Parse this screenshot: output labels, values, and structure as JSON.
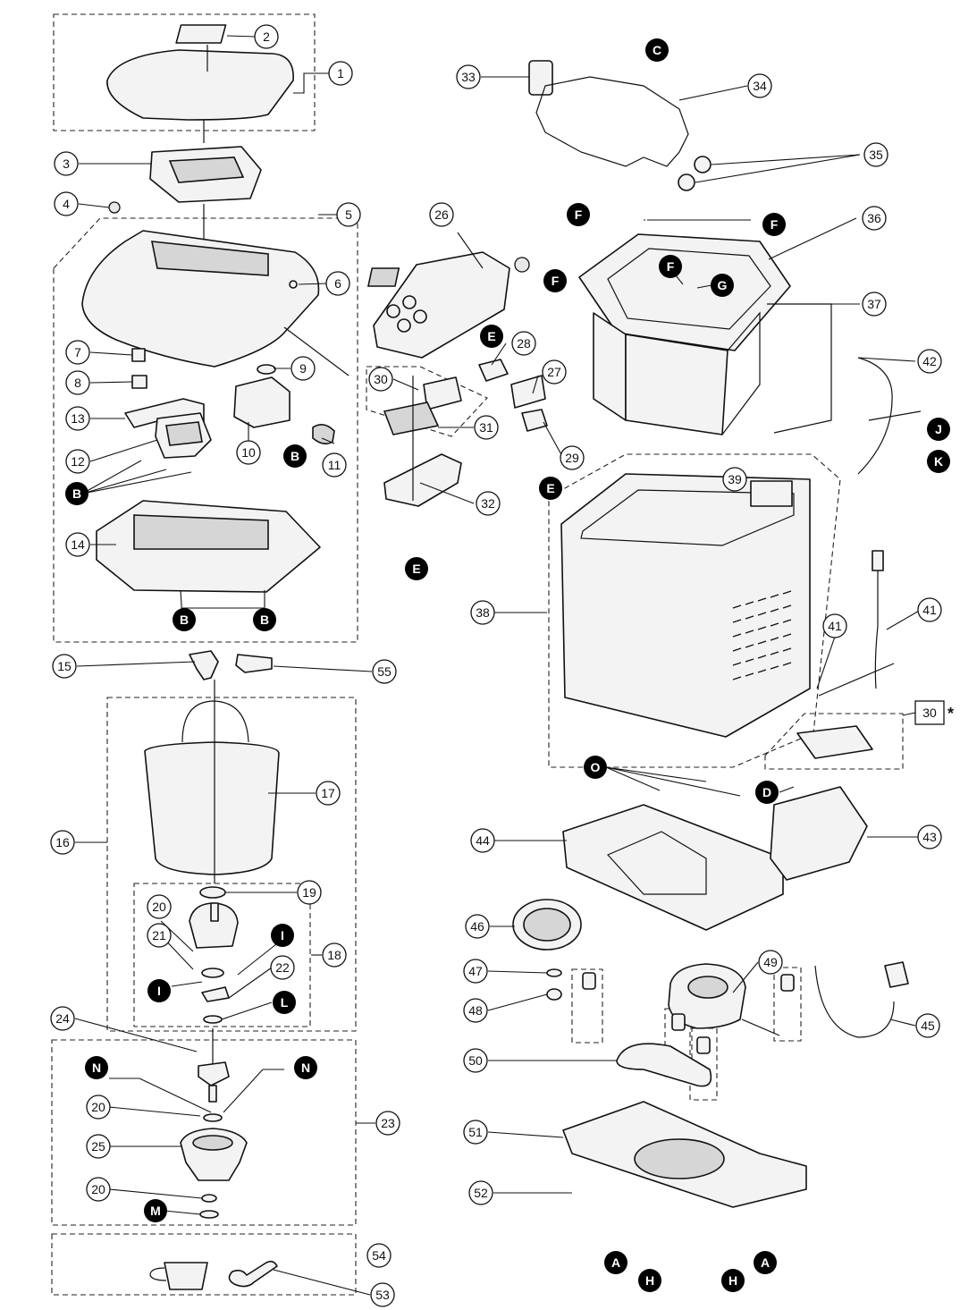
{
  "diagram": {
    "part_numbers": [
      "1",
      "2",
      "3",
      "4",
      "5",
      "6",
      "7",
      "8",
      "9",
      "10",
      "11",
      "12",
      "13",
      "14",
      "15",
      "16",
      "17",
      "18",
      "19",
      "20",
      "21",
      "22",
      "23",
      "24",
      "25",
      "26",
      "27",
      "28",
      "29",
      "30",
      "31",
      "32",
      "33",
      "34",
      "35",
      "36",
      "37",
      "38",
      "39",
      "41",
      "42",
      "43",
      "44",
      "45",
      "46",
      "47",
      "48",
      "49",
      "50",
      "51",
      "52",
      "53",
      "54",
      "55"
    ],
    "screw_letters": [
      "A",
      "B",
      "C",
      "D",
      "E",
      "F",
      "G",
      "H",
      "I",
      "J",
      "K",
      "L",
      "M",
      "N",
      "O"
    ],
    "note_marker": "*",
    "boxed_label": "30"
  }
}
